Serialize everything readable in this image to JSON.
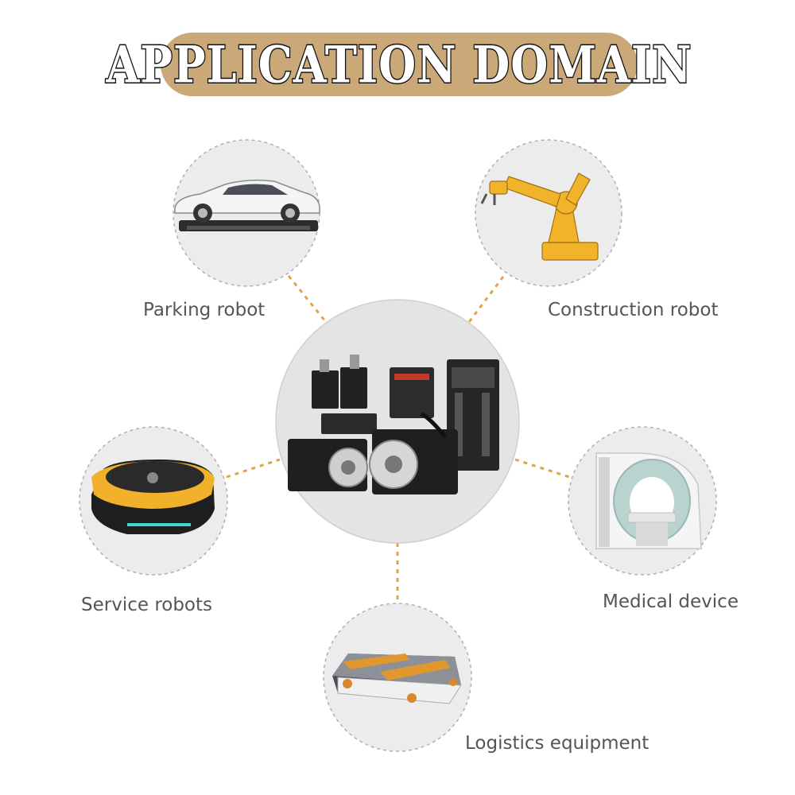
{
  "title": "APPLICATION DOMAIN",
  "colors": {
    "title_bg": "#cba878",
    "connector": "#e3a24a",
    "circle_bg": "#ececec",
    "circle_border": "#b0b0b0",
    "label": "#555555"
  },
  "center": {
    "icon": "servo-motors-and-drivers-icon"
  },
  "applications": [
    {
      "label": "Parking robot",
      "icon": "car-parking-robot-icon"
    },
    {
      "label": "Construction robot",
      "icon": "industrial-robot-arm-icon"
    },
    {
      "label": "Service robots",
      "icon": "service-robot-icon"
    },
    {
      "label": "Medical device",
      "icon": "mri-scanner-icon"
    },
    {
      "label": "Logistics equipment",
      "icon": "logistics-agv-icon"
    }
  ]
}
